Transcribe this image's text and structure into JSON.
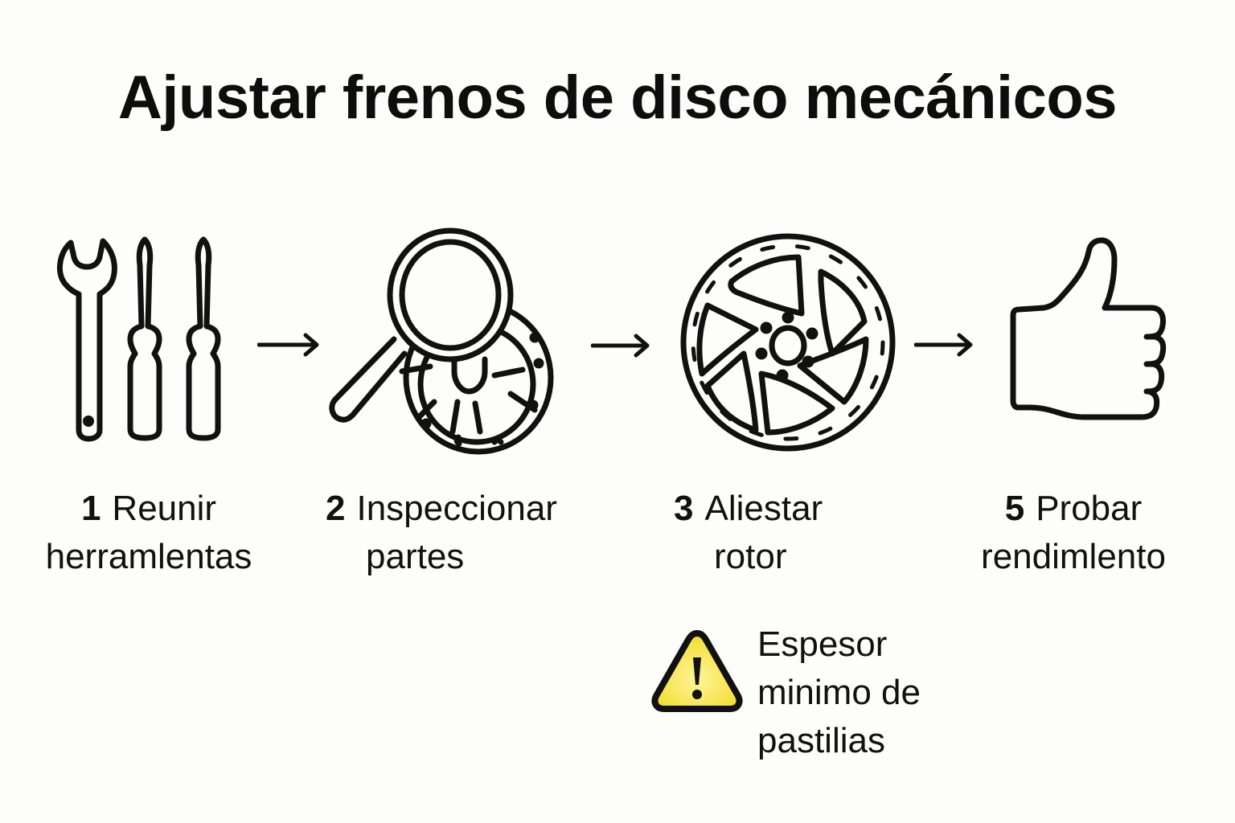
{
  "title": "Ajustar frenos de disco mecánicos",
  "steps": [
    {
      "number": "1",
      "line1": "Reunir",
      "line2": "herramlentas",
      "icon": "tools-icon"
    },
    {
      "number": "2",
      "line1": "Inspeccionar",
      "line2": "partes",
      "icon": "magnifier-wheel-icon"
    },
    {
      "number": "3",
      "line1": "Aliestar",
      "line2": "rotor",
      "icon": "brake-rotor-icon"
    },
    {
      "number": "5",
      "line1": "Probar",
      "line2": "rendimlento",
      "icon": "thumbs-up-icon"
    }
  ],
  "warning": {
    "icon": "warning-triangle-icon",
    "line1": "Espesor",
    "line2": "minimo de",
    "line3": "pastilias",
    "color": "#f7e23e"
  },
  "colors": {
    "background": "#fdfdfb",
    "stroke": "#111111"
  }
}
